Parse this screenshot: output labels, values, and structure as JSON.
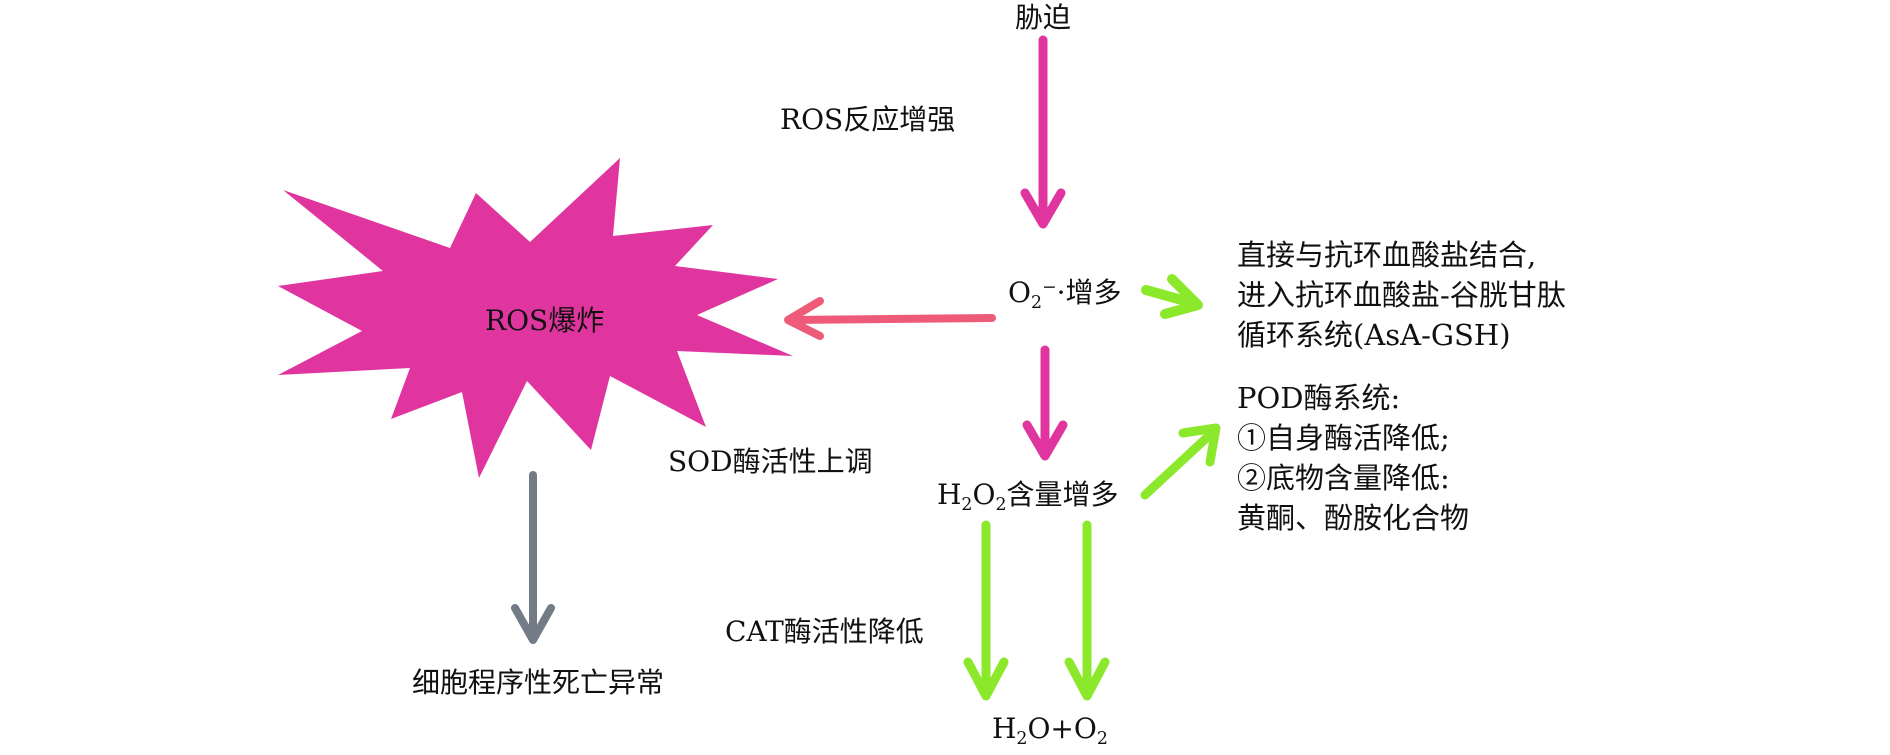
{
  "colors": {
    "burst": "#E0349E",
    "magenta_arrow": "#E0359E",
    "red_arrow": "#EE5B78",
    "green_arrow": "#8BE82A",
    "grey_arrow": "#737B86",
    "text": "#111111"
  },
  "nodes": {
    "stress": "胁迫",
    "ros_enhanced": "ROS反应增强",
    "ros_burst": "ROS爆炸",
    "superoxide": {
      "base": "O",
      "sub": "2",
      "sup": "−",
      "suffix": "·增多"
    },
    "sod": "SOD酶活性上调",
    "h2o2": {
      "h": "H",
      "sub1": "2",
      "o": "O",
      "sub2": "2",
      "suffix": "含量增多"
    },
    "cat": "CAT酶活性降低",
    "products": {
      "h": "H",
      "sub1": "2",
      "mid": "O+O",
      "sub2": "2"
    },
    "apoptosis": "细胞程序性死亡异常",
    "asa_gsh": [
      "直接与抗环血酸盐结合,",
      "进入抗环血酸盐-谷胱甘肽",
      "循环系统(AsA-GSH)"
    ],
    "pod": [
      "POD酶系统:",
      "①自身酶活降低;",
      "②底物含量降低:",
      "黄酮、酚胺化合物"
    ]
  },
  "edges": [
    {
      "from": "stress",
      "to": "superoxide",
      "color": "magenta_arrow",
      "label": "ros_enhanced"
    },
    {
      "from": "superoxide",
      "to": "ros_burst",
      "color": "red_arrow"
    },
    {
      "from": "superoxide",
      "to": "asa_gsh",
      "color": "green_arrow"
    },
    {
      "from": "superoxide",
      "to": "h2o2",
      "color": "magenta_arrow",
      "label": "sod"
    },
    {
      "from": "h2o2",
      "to": "pod",
      "color": "green_arrow"
    },
    {
      "from": "h2o2",
      "to": "products",
      "color": "green_arrow",
      "label": "cat"
    },
    {
      "from": "h2o2",
      "to": "products",
      "color": "green_arrow"
    },
    {
      "from": "ros_burst",
      "to": "apoptosis",
      "color": "grey_arrow"
    }
  ]
}
